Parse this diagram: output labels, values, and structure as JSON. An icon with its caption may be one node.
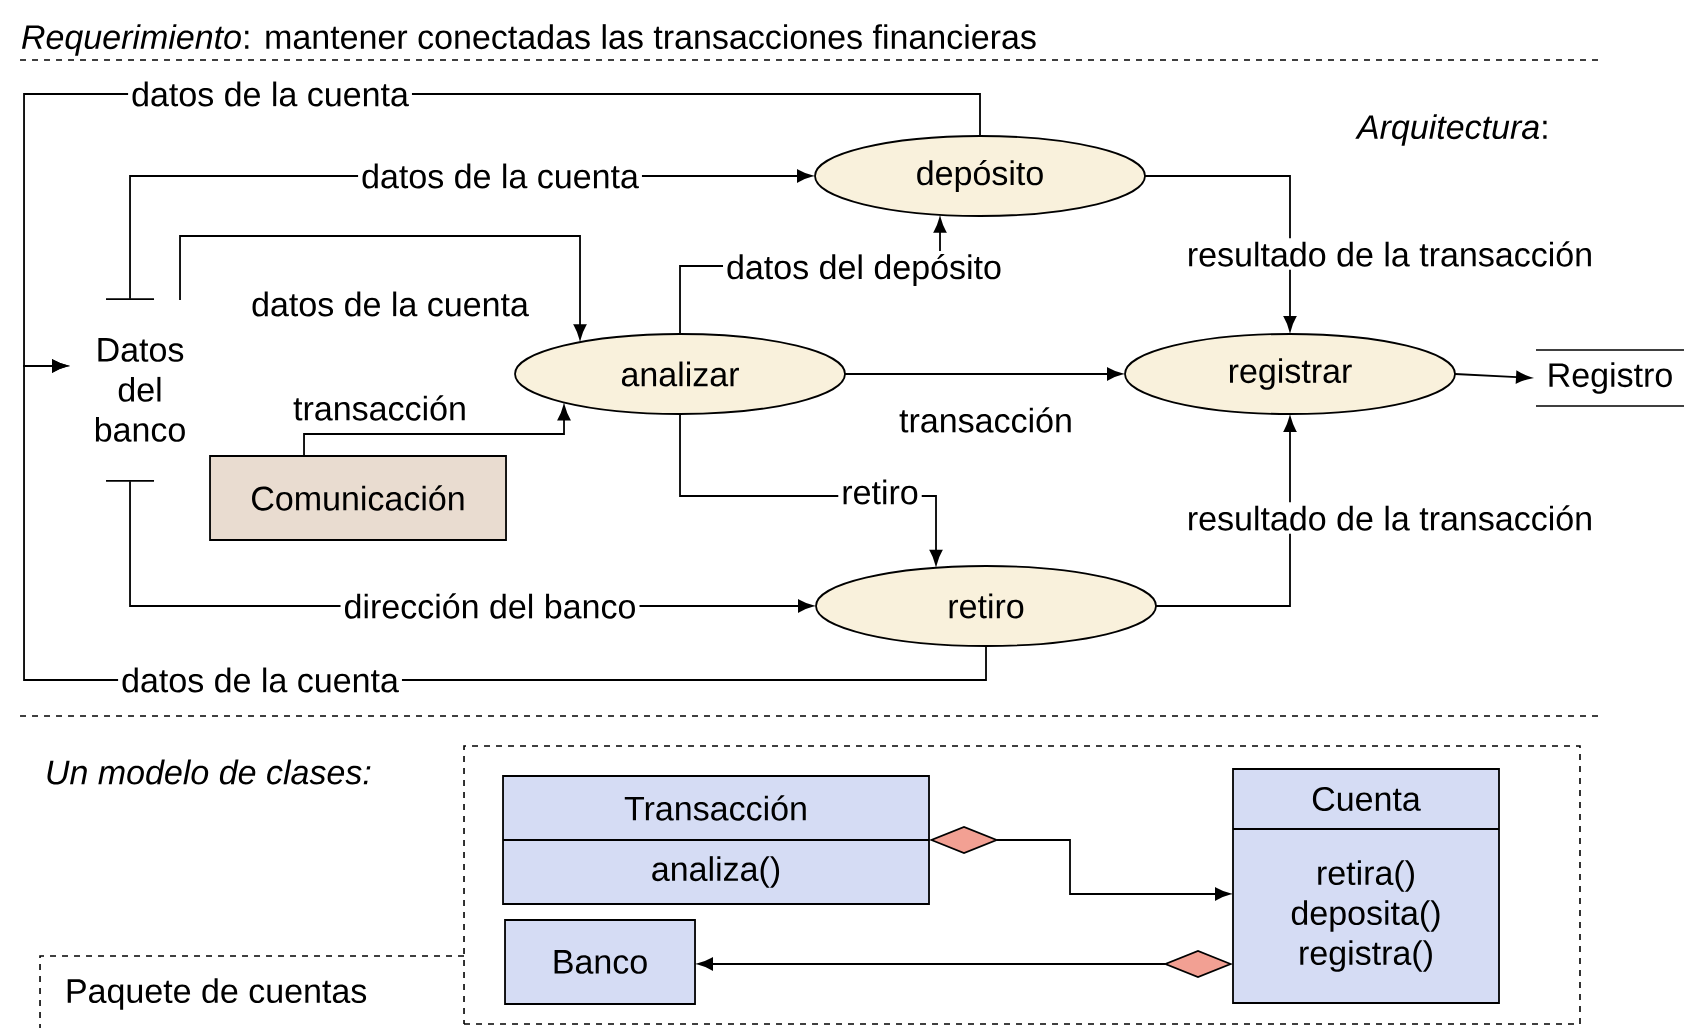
{
  "diagram": {
    "nodes": [
      {
        "text": [
          "Datos del banco"
        ]
      },
      {
        "text": [
          "Comunicación"
        ]
      },
      {
        "text": [
          "analizar"
        ]
      },
      {
        "text": [
          "depósito"
        ]
      },
      {
        "text": [
          "registrar"
        ]
      },
      {
        "text": [
          "retiro"
        ]
      },
      {
        "text": [
          "Registro"
        ]
      },
      {
        "text": [
          "Paquete de cuentas"
        ]
      },
      {
        "text": [
          "Transacción",
          "analiza()"
        ],
        "in": 7
      },
      {
        "text": [
          "Cuenta",
          "retira() deposita() registra()"
        ],
        "in": 7
      },
      {
        "text": [
          "Banco"
        ],
        "in": 7
      }
    ],
    "edges": [
      {
        "from": 0,
        "to": 3,
        "arrow": "to",
        "label": "datos de la cuenta"
      },
      {
        "from": 0,
        "to": 2,
        "arrow": "to",
        "label": "datos de la cuenta"
      },
      {
        "from": 1,
        "to": 2,
        "arrow": "to",
        "label": "transacción"
      },
      {
        "from": 2,
        "to": 3,
        "arrow": "to",
        "label": "datos del depósito"
      },
      {
        "from": 2,
        "to": 4,
        "arrow": "to",
        "label": "transacción"
      },
      {
        "from": 2,
        "to": 5,
        "arrow": "to",
        "label": "retiro"
      },
      {
        "from": 0,
        "to": 5,
        "arrow": "to",
        "label": "dirección del banco"
      },
      {
        "from": 3,
        "to": 4,
        "arrow": "to",
        "label": "resultado de la transacción"
      },
      {
        "from": 5,
        "to": 4,
        "arrow": "to",
        "label": "resultado de la transacción"
      },
      {
        "from": 4,
        "to": 6,
        "arrow": "to"
      },
      {
        "from": 3,
        "to": 0,
        "arrow": "to",
        "label": "datos de la cuenta"
      },
      {
        "from": 5,
        "to": 0,
        "arrow": "to",
        "label": "datos de la cuenta"
      },
      {
        "from": 8,
        "to": 9,
        "arrow": "to"
      },
      {
        "from": 9,
        "to": 10,
        "arrow": "to"
      }
    ],
    "labels": [
      "*Requerimiento*: mantener conectadas las transacciones financieras",
      "*Arquitectura*:",
      "Un modelo de clases:"
    ]
  }
}
